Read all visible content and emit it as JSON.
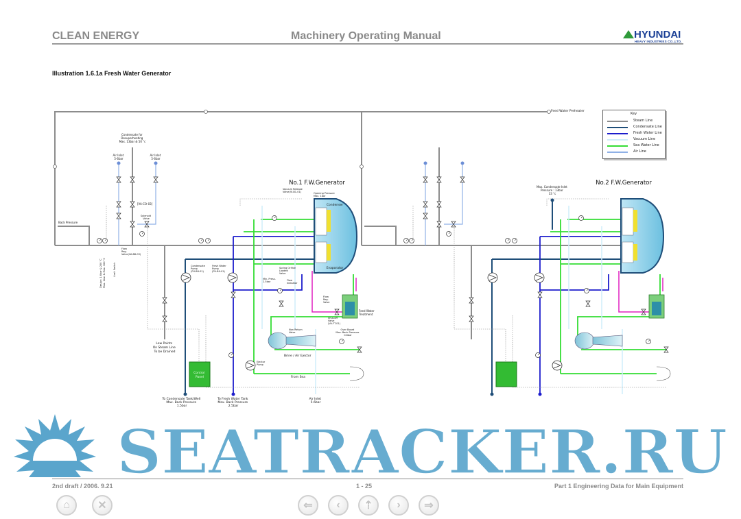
{
  "header": {
    "left": "CLEAN ENERGY",
    "center": "Machinery Operating Manual",
    "logo_brand": "HYUNDAI",
    "logo_sub": "HEAVY INDUSTRIES CO.,LTD."
  },
  "illustration_title": "Illustration 1.6.1a Fresh Water Generator",
  "key": {
    "title": "Key",
    "items": [
      {
        "label": "Steam Line",
        "color": "#8c8c8c"
      },
      {
        "label": "Condensate Line",
        "color": "#1f4e79"
      },
      {
        "label": "Fresh Water Line",
        "color": "#1c1ccc"
      },
      {
        "label": "Vacuum Line",
        "color": "#cfeefa"
      },
      {
        "label": "Sea Water Line",
        "color": "#33dd33"
      },
      {
        "label": "Air Line",
        "color": "#8fb0e6"
      }
    ]
  },
  "diagram": {
    "feed_water_preheater": "Feed Water Preheater",
    "units": [
      {
        "title": "No.1 F.W.Generator",
        "condensate_desuperheating": [
          "Condensate for",
          "Desuperheating",
          "Max. 13bar & 50 °c"
        ],
        "air_inlet_top": [
          "Air Inlet",
          "5-6bar"
        ],
        "back_pressure": "Back Pressure",
        "solenoid_valve": [
          "Solenoid",
          "Valve"
        ],
        "vacuum_release": [
          "Vacuum Release",
          "Valve(VI-B1-01)"
        ],
        "opening_pressure": [
          "Opening Pressure",
          "Max. 1bar"
        ],
        "condenser": "Condenser",
        "evaporator": "Evaporator",
        "condensate_pump": [
          "Condensate",
          "Pump",
          "(PU-B8-01)"
        ],
        "fresh_water_pump": [
          "Fresh Water",
          "Pump",
          "(PU-B9-01)"
        ],
        "spring_orifice": [
          "Spring Orifice",
          "Loaded",
          "Valve"
        ],
        "flow_indicator": [
          "Flow",
          "Indicator"
        ],
        "flow_reg_valve": [
          "Flow",
          "Reg.",
          "Valve"
        ],
        "shutoff_valve": [
          "Shut-off",
          "Valve",
          "(VA-FT-01)"
        ],
        "feed_water_treatment": [
          "Feed Water",
          "Treatment"
        ],
        "non_return_valve": [
          "Non Return",
          "Valve"
        ],
        "over_board": [
          "Over Board",
          "Max. Back Pressure",
          "0.6bar"
        ],
        "brine_air_ejector": "Brine / Air Ejector",
        "ejector_pump": [
          "Ejector",
          "Pump"
        ],
        "from_sea": "From Sea",
        "min_press": [
          "Min. Press.",
          "2.5bar"
        ],
        "low_points": [
          "Low Points",
          "On Steam Line",
          "To be Drained"
        ],
        "control_panel": [
          "Control",
          "Panel"
        ],
        "to_condensate_tank": [
          "To Condensate Tank/Well",
          "Max. Back Pressure",
          "1.5bar"
        ],
        "to_fresh_water_tank": [
          "To Fresh Water Tank",
          "Max. Back Pressure",
          "2.5bar"
        ],
        "air_inlet_bottom": [
          "Air Inlet",
          "5-6bar"
        ],
        "valve_tag": "[VA-CO-03]",
        "flow_reg_tag": [
          "Flow",
          "Reg.",
          "Valve(VA-B8-03)"
        ],
        "design_label": [
          "Design: 1.6bar & 200 °C",
          "Max. 1bar & Max. 300 °C"
        ],
        "limit_switch": "Limit Switch"
      },
      {
        "title": "No.2 F.W.Generator",
        "max_condensate_inlet": [
          "Max. Condensate Inlet",
          "Pressure : 13bar",
          "33 °c"
        ]
      }
    ]
  },
  "footer": {
    "left": "2nd draft / 2006. 9.21",
    "center": "1 - 25",
    "right": "Part 1 Engineering Data for Main Equipment"
  },
  "watermark": {
    "text": "SEATRACKER.RU",
    "color": "#5aa5cc"
  },
  "nav": {
    "home": "home-icon",
    "close": "close-icon",
    "first": "first-page-icon",
    "prev": "previous-page-icon",
    "toc": "contents-icon",
    "next": "next-page-icon",
    "last": "last-page-icon"
  }
}
